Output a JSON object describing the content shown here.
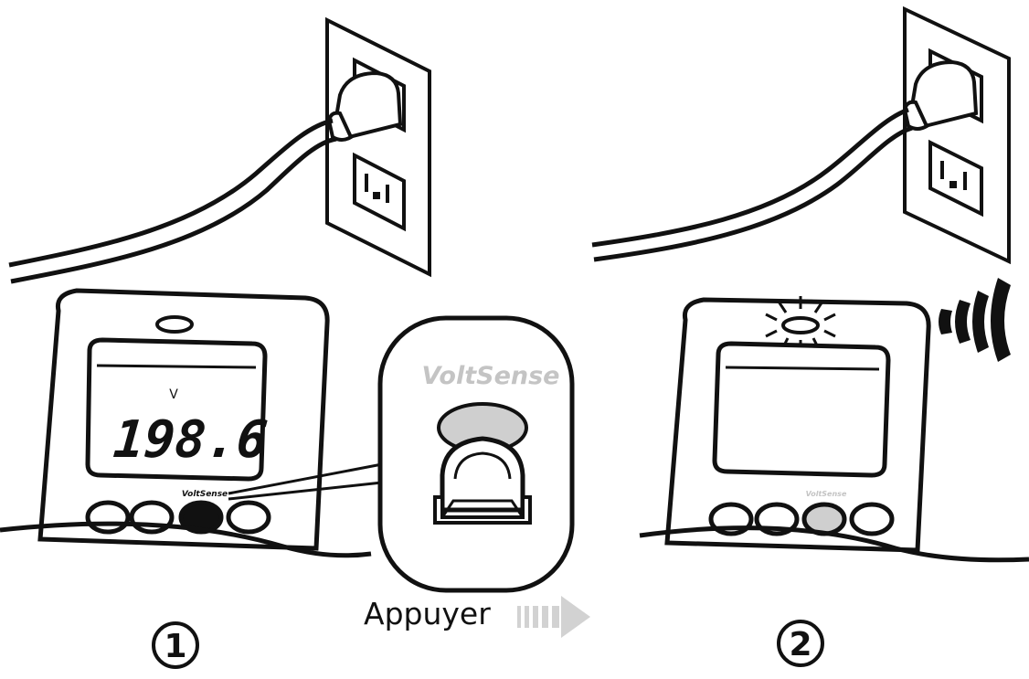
{
  "step1": {
    "number": "1",
    "display_unit": "V",
    "display_value": "198.6",
    "button_label": "VoltSense"
  },
  "zoom": {
    "brand": "VoltSense"
  },
  "step2": {
    "number": "2",
    "button_label": "VoltSense"
  },
  "action": {
    "label": "Appuyer"
  },
  "colors": {
    "line": "#111111",
    "button_grey": "#cfcfcf",
    "brand_grey": "#c4c4c4",
    "arrow_grey": "#d2d2d2"
  }
}
